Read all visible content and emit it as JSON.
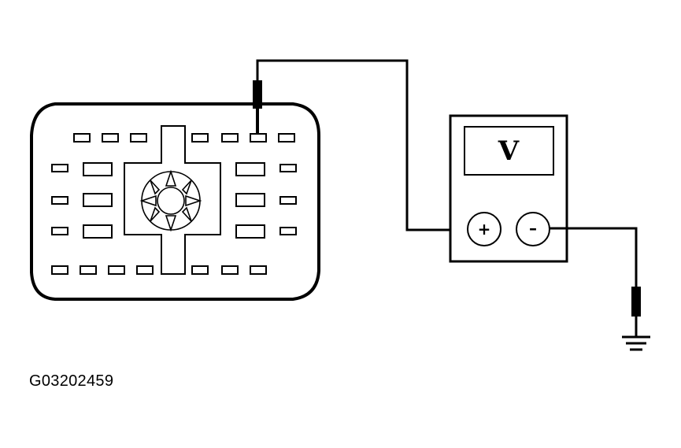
{
  "figure": {
    "id": "G03202459"
  },
  "voltmeter": {
    "label": "V",
    "positive_sign": "+",
    "negative_sign": "–"
  },
  "components": {
    "connector": "connector-face",
    "meter": "voltmeter",
    "ground": "ground-icon"
  },
  "colors": {
    "line": "#000000",
    "background": "#ffffff"
  }
}
